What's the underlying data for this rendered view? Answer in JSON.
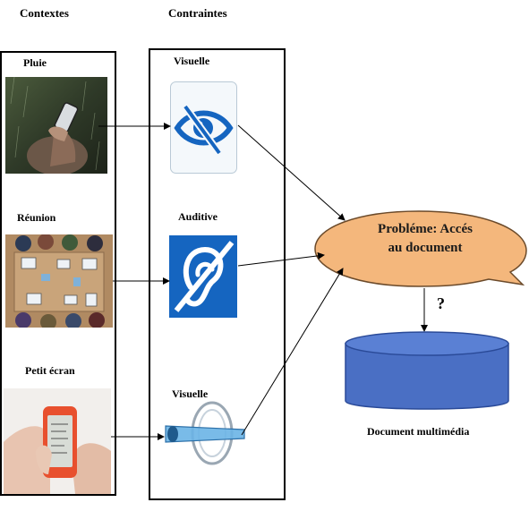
{
  "headers": {
    "contexts": "Contextes",
    "constraints": "Contraintes"
  },
  "contexts": [
    {
      "label": "Pluie"
    },
    {
      "label": "Réunion"
    },
    {
      "label": "Petit écran"
    }
  ],
  "constraints": [
    {
      "label": "Visuelle",
      "icon": "eye-crossed-icon"
    },
    {
      "label": "Auditive",
      "icon": "ear-crossed-icon"
    },
    {
      "label": "Visuelle",
      "icon": "magnifier-eye-icon"
    }
  ],
  "problem": {
    "line1": "Probléme: Accés",
    "line2": "au document"
  },
  "question_mark": "?",
  "document": {
    "label": "Document multimédia"
  },
  "colors": {
    "bubble_fill": "#f4b77c",
    "cylinder_fill": "#4a6fc4",
    "cylinder_stroke": "#2a4a98",
    "icon_blue": "#1565c0"
  }
}
